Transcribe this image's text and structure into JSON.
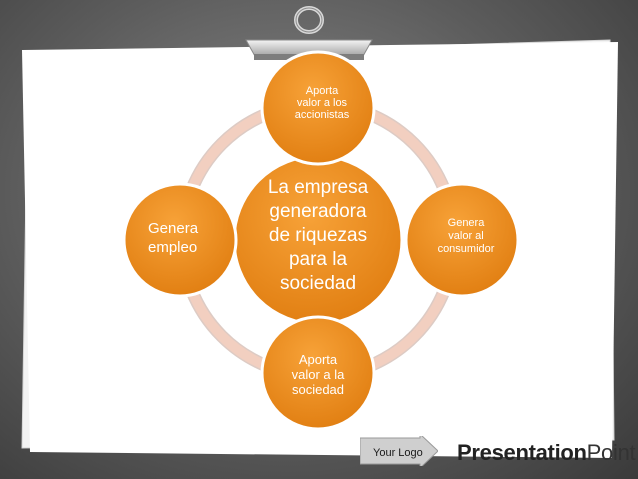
{
  "diagram": {
    "center": [
      "La empresa",
      "generadora",
      "de riquezas",
      "para la",
      "sociedad"
    ],
    "top": [
      "Aporta",
      "valor a los",
      "accionistas"
    ],
    "right": [
      "Genera",
      "valor al",
      "consumidor"
    ],
    "bottom": [
      "Aporta",
      "valor a la",
      "sociedad"
    ],
    "left": [
      "Genera",
      "empleo"
    ]
  },
  "footer": {
    "your_logo": "Your Logo",
    "brand_bold": "Presentation",
    "brand_regular": "Point"
  },
  "colors": {
    "node": "#f28e1b",
    "ring": "#f2cfc0",
    "paper": "#ffffff"
  }
}
